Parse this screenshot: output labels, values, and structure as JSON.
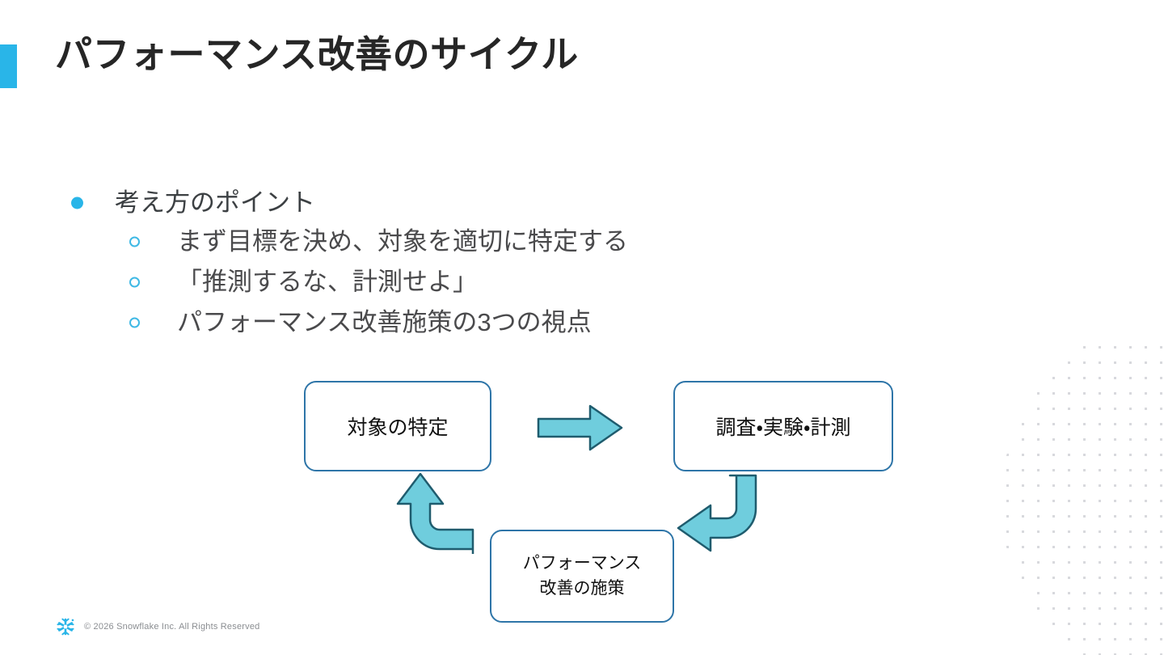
{
  "slide": {
    "title": "パフォーマンス改善のサイクル",
    "accent_color": "#29B5E8",
    "background_color": "#FFFFFF",
    "title_color": "#262626"
  },
  "bullets": [
    {
      "level": 1,
      "marker": "filled-dot",
      "marker_color": "#29B5E8",
      "text": "考え方のポイント"
    },
    {
      "level": 2,
      "marker": "hollow-circle",
      "marker_color": "#3FB9E5",
      "text": "まず目標を決め、対象を適切に特定する"
    },
    {
      "level": 2,
      "marker": "hollow-circle",
      "marker_color": "#3FB9E5",
      "text": "「推測するな、計測せよ」"
    },
    {
      "level": 2,
      "marker": "hollow-circle",
      "marker_color": "#3FB9E5",
      "text": "パフォーマンス改善施策の3つの視点"
    }
  ],
  "diagram": {
    "type": "cycle",
    "box_border_color": "#2E75A8",
    "arrow_fill_color": "#6FCDDD",
    "arrow_stroke_color": "#1F5C6E",
    "nodes": [
      {
        "id": "identify",
        "label": "対象の特定"
      },
      {
        "id": "measure",
        "label": "調査・実験・計測"
      },
      {
        "id": "action",
        "label_line1": "パフォーマンス",
        "label_line2": "改善の施策"
      }
    ],
    "arrows": [
      {
        "id": "identify-to-measure",
        "direction": "right",
        "from": "identify",
        "to": "measure"
      },
      {
        "id": "measure-to-action",
        "direction": "down-left",
        "from": "measure",
        "to": "action"
      },
      {
        "id": "action-to-identify",
        "direction": "left-up",
        "from": "action",
        "to": "identify"
      }
    ]
  },
  "decoration": {
    "dot_pattern_color": "#D8D9DD"
  },
  "footer": {
    "copyright": "© 2026 Snowflake Inc. All Rights Reserved",
    "logo_color": "#29B5E8",
    "text_color": "#8A8D91"
  }
}
